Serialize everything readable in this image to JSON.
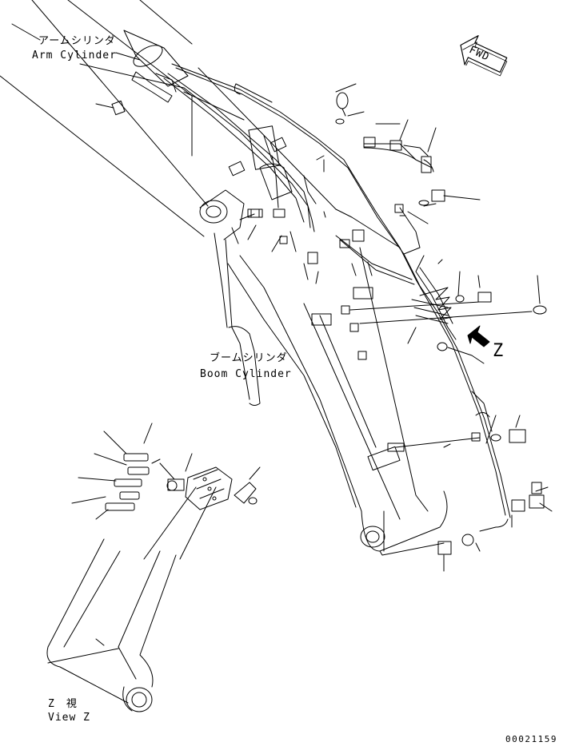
{
  "labels": {
    "arm_cylinder_jp": "アームシリンダ",
    "arm_cylinder_en": "Arm Cylinder",
    "boom_cylinder_jp": "ブームシリンダ",
    "boom_cylinder_en": "Boom Cylinder",
    "view_jp": "Z　視",
    "view_en": "View Z",
    "view_letter": "Z",
    "fwd": "FWD",
    "drawing_number": "00021159"
  }
}
